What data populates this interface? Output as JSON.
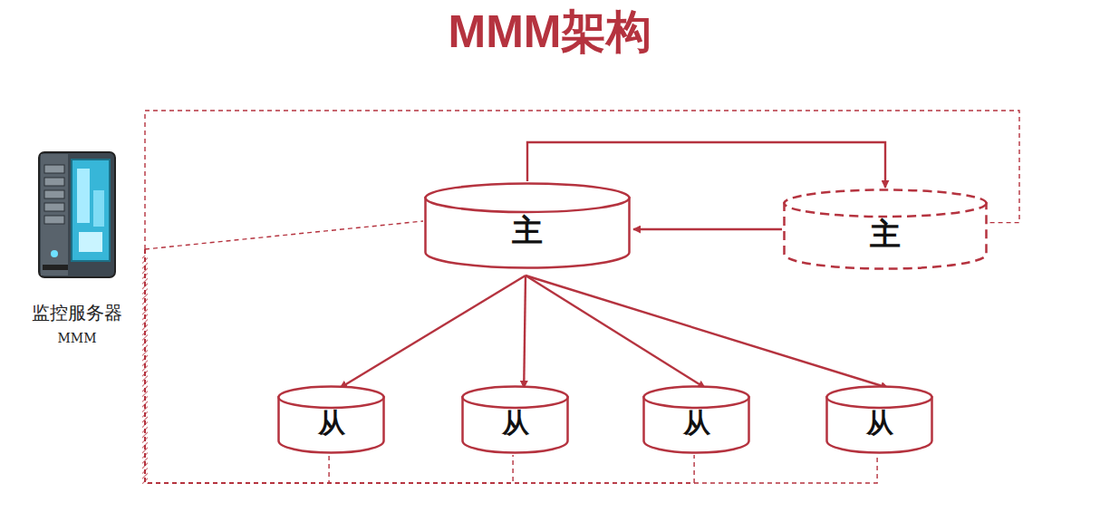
{
  "diagram": {
    "title": "MMM架构",
    "nodes": [
      {
        "text": [
          "监控服务器",
          "MMM"
        ]
      },
      {
        "text": [
          "主"
        ]
      },
      {
        "text": [
          "主"
        ]
      },
      {
        "text": [
          "从"
        ]
      },
      {
        "text": [
          "从"
        ]
      },
      {
        "text": [
          "从"
        ]
      },
      {
        "text": [
          "从"
        ]
      }
    ],
    "edges": [
      {
        "from": 1,
        "to": 2,
        "arrow": "to"
      },
      {
        "from": 2,
        "to": 1,
        "arrow": "to"
      },
      {
        "from": 1,
        "to": 3,
        "arrow": "to"
      },
      {
        "from": 1,
        "to": 4,
        "arrow": "to"
      },
      {
        "from": 1,
        "to": 5,
        "arrow": "to"
      },
      {
        "from": 1,
        "to": 6,
        "arrow": "to"
      },
      {
        "from": 0,
        "to": 1,
        "arrow": "none"
      },
      {
        "from": 0,
        "to": 2,
        "arrow": "none"
      },
      {
        "from": 0,
        "to": 3,
        "arrow": "none"
      },
      {
        "from": 0,
        "to": 4,
        "arrow": "none"
      },
      {
        "from": 0,
        "to": 5,
        "arrow": "none"
      },
      {
        "from": 0,
        "to": 6,
        "arrow": "none"
      }
    ]
  }
}
